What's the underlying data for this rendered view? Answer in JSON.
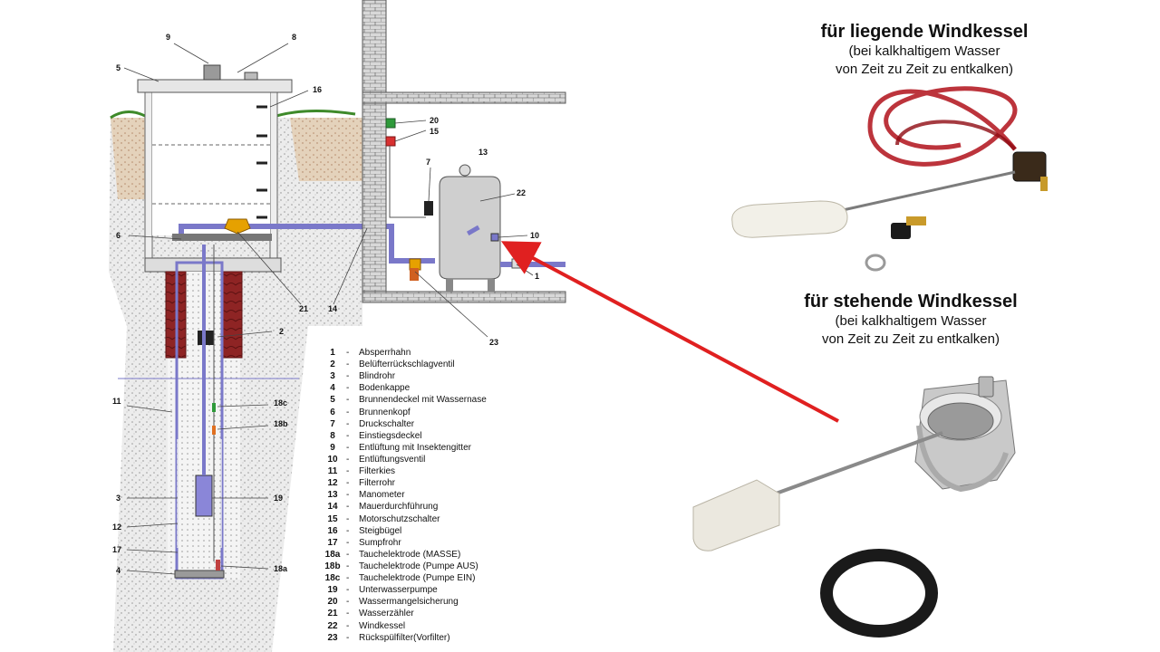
{
  "headings": {
    "horizontal": {
      "title": "für liegende Windkessel",
      "note_line1": "(bei kalkhaltigem Wasser",
      "note_line2": "von Zeit zu Zeit zu entkalken)"
    },
    "vertical": {
      "title": "für stehende Windkessel",
      "note_line1": "(bei kalkhaltigem Wasser",
      "note_line2": "von Zeit zu Zeit zu entkalken)"
    }
  },
  "callouts": {
    "c9": "9",
    "c8": "8",
    "c5": "5",
    "c16": "16",
    "c6": "6",
    "c2": "2",
    "c11": "11",
    "c18c": "18c",
    "c18b": "18b",
    "c3": "3",
    "c19": "19",
    "c12": "12",
    "c17": "17",
    "c4": "4",
    "c18a": "18a",
    "c21": "21",
    "c14": "14",
    "c20": "20",
    "c15": "15",
    "c13": "13",
    "c7": "7",
    "c22": "22",
    "c10": "10",
    "c1": "1",
    "c23": "23"
  },
  "legend": [
    {
      "num": "1",
      "dash": "-",
      "text": "Absperrhahn"
    },
    {
      "num": "2",
      "dash": "-",
      "text": "Belüfterrückschlagventil"
    },
    {
      "num": "3",
      "dash": "-",
      "text": "Blindrohr"
    },
    {
      "num": "4",
      "dash": "-",
      "text": "Bodenkappe"
    },
    {
      "num": "5",
      "dash": "-",
      "text": "Brunnendeckel mit Wassernase"
    },
    {
      "num": "6",
      "dash": "-",
      "text": "Brunnenkopf"
    },
    {
      "num": "7",
      "dash": "-",
      "text": "Druckschalter"
    },
    {
      "num": "8",
      "dash": "-",
      "text": "Einstiegsdeckel"
    },
    {
      "num": "9",
      "dash": "-",
      "text": "Entlüftung mit Insektengitter"
    },
    {
      "num": "10",
      "dash": "-",
      "text": "Entlüftungsventil"
    },
    {
      "num": "11",
      "dash": "-",
      "text": "Filterkies"
    },
    {
      "num": "12",
      "dash": "-",
      "text": "Filterrohr"
    },
    {
      "num": "13",
      "dash": "-",
      "text": "Manometer"
    },
    {
      "num": "14",
      "dash": "-",
      "text": "Mauerdurchführung"
    },
    {
      "num": "15",
      "dash": "-",
      "text": "Motorschutzschalter"
    },
    {
      "num": "16",
      "dash": "-",
      "text": "Steigbügel"
    },
    {
      "num": "17",
      "dash": "-",
      "text": "Sumpfrohr"
    },
    {
      "num": "18a",
      "dash": "-",
      "text": "Tauchelektrode (MASSE)"
    },
    {
      "num": "18b",
      "dash": "-",
      "text": "Tauchelektrode (Pumpe AUS)"
    },
    {
      "num": "18c",
      "dash": "-",
      "text": "Tauchelektrode (Pumpe EIN)"
    },
    {
      "num": "19",
      "dash": "-",
      "text": "Unterwasserpumpe"
    },
    {
      "num": "20",
      "dash": "-",
      "text": "Wassermangelsicherung"
    },
    {
      "num": "21",
      "dash": "-",
      "text": "Wasserzähler"
    },
    {
      "num": "22",
      "dash": "-",
      "text": "Windkessel"
    },
    {
      "num": "23",
      "dash": "-",
      "text": "Rückspülfilter(Vorfilter)"
    }
  ],
  "colors": {
    "pipe": "#7a78c9",
    "pipe_dark": "#4b4a9a",
    "wall_hatch": "#777777",
    "soil": "#d9c8b0",
    "clay": "#8c1f1f",
    "grass": "#3e8a2a",
    "tank": "#cfcfcf",
    "arrow": "#e02020",
    "hose": "#b0101a",
    "meter": "#e6a100",
    "green_switch": "#2e9a3a",
    "red_switch": "#d83030"
  }
}
